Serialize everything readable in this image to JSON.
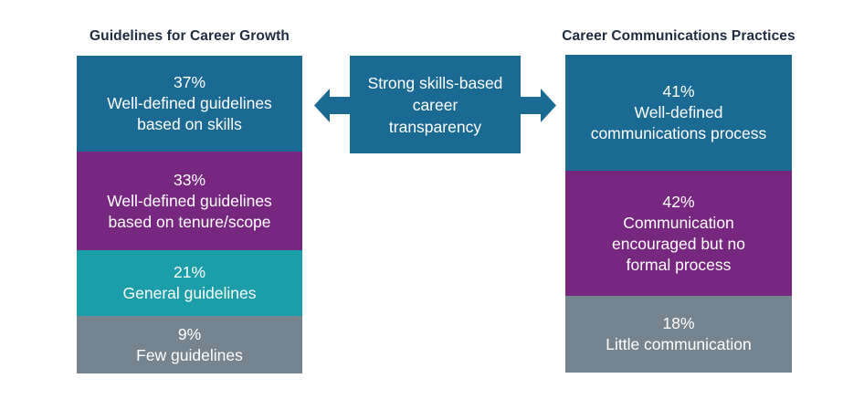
{
  "colors": {
    "blue": "#1B6A94",
    "purple": "#77277F",
    "teal": "#1B9EA9",
    "gray": "#76848F",
    "title_text": "#1F2B3F",
    "bar_text": "#FFFFFF",
    "background": "#FFFFFF"
  },
  "left_chart": {
    "title": "Guidelines for Career Growth",
    "segments": [
      {
        "pct": "37%",
        "lines": [
          "Well-defined guidelines",
          "based on skills"
        ],
        "color": "#1B6A94"
      },
      {
        "pct": "33%",
        "lines": [
          "Well-defined guidelines",
          "based on tenure/scope"
        ],
        "color": "#77277F"
      },
      {
        "pct": "21%",
        "lines": [
          "General guidelines"
        ],
        "color": "#1B9EA9"
      },
      {
        "pct": "9%",
        "lines": [
          "Few guidelines"
        ],
        "color": "#76848F"
      }
    ]
  },
  "center": {
    "label": "Strong skills-based career transparency",
    "lines": [
      "Strong skills-based",
      "career",
      "transparency"
    ]
  },
  "right_chart": {
    "title": "Career Communications Practices",
    "segments": [
      {
        "pct": "41%",
        "lines": [
          "Well-defined",
          "communications process"
        ],
        "color": "#1B6A94"
      },
      {
        "pct": "42%",
        "lines": [
          "Communication",
          "encouraged but no",
          "formal process"
        ],
        "color": "#77277F"
      },
      {
        "pct": "18%",
        "lines": [
          "Little communication"
        ],
        "color": "#76848F"
      }
    ]
  },
  "chart_data": [
    {
      "type": "bar",
      "subtype": "stacked-percentage-column",
      "title": "Guidelines for Career Growth",
      "categories": [
        "Well-defined guidelines based on skills",
        "Well-defined guidelines based on tenure/scope",
        "General guidelines",
        "Few guidelines"
      ],
      "values": [
        37,
        33,
        21,
        9
      ],
      "unit": "%",
      "segment_colors": [
        "#1B6A94",
        "#77277F",
        "#1B9EA9",
        "#76848F"
      ],
      "legend_position": "none",
      "grid": false
    },
    {
      "type": "bar",
      "subtype": "stacked-percentage-column",
      "title": "Career Communications Practices",
      "categories": [
        "Well-defined communications process",
        "Communication encouraged but no formal process",
        "Little communication"
      ],
      "values": [
        41,
        42,
        18
      ],
      "unit": "%",
      "segment_colors": [
        "#1B6A94",
        "#77277F",
        "#76848F"
      ],
      "legend_position": "none",
      "grid": false
    },
    {
      "type": "annotation",
      "title": "Strong skills-based career transparency",
      "note": "center callout box with arrows pointing to both stacked bars"
    }
  ]
}
